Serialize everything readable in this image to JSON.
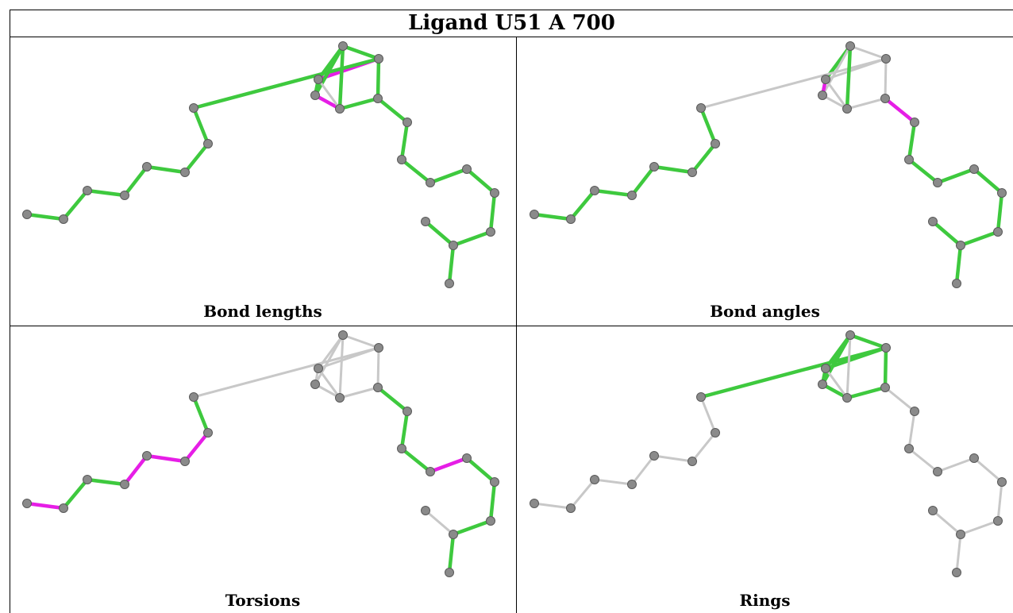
{
  "title": "Ligand U51 A 700",
  "colors": {
    "ok": "#3ec93e",
    "outlier": "#e61ee6",
    "neutral": "#c8c8c8",
    "atom": "#8a8a8a",
    "atom_edge": "#5a5a5a"
  },
  "panels": [
    {
      "caption": "Bond lengths",
      "bond_status": [
        "ok",
        "outlier",
        "ok",
        "ok",
        "ok",
        "ok",
        "outlier",
        "ok",
        "ok",
        "ok",
        "ok",
        "ok",
        "ok",
        "ok",
        "ok",
        "ok",
        "ok",
        "ok",
        "ok",
        "ok",
        "ok",
        "ok",
        "ok",
        "ok",
        "ok",
        "ok",
        "neutral"
      ]
    },
    {
      "caption": "Bond angles",
      "bond_status": [
        "ok",
        "neutral",
        "neutral",
        "neutral",
        "neutral",
        "neutral",
        "neutral",
        "outlier",
        "neutral",
        "ok",
        "ok",
        "ok",
        "ok",
        "ok",
        "ok",
        "ok",
        "outlier",
        "ok",
        "ok",
        "ok",
        "ok",
        "ok",
        "ok",
        "ok",
        "ok",
        "ok",
        "neutral"
      ]
    },
    {
      "caption": "Torsions",
      "bond_status": [
        "neutral",
        "neutral",
        "neutral",
        "neutral",
        "neutral",
        "neutral",
        "neutral",
        "neutral",
        "neutral",
        "outlier",
        "ok",
        "ok",
        "outlier",
        "outlier",
        "outlier",
        "ok",
        "ok",
        "ok",
        "ok",
        "outlier",
        "ok",
        "ok",
        "ok",
        "neutral",
        "ok",
        "neutral",
        "neutral"
      ]
    },
    {
      "caption": "Rings",
      "bond_status": [
        "ok",
        "ok",
        "ok",
        "ok",
        "ok",
        "ok",
        "ok",
        "ok",
        "ok",
        "neutral",
        "neutral",
        "neutral",
        "neutral",
        "neutral",
        "neutral",
        "neutral",
        "neutral",
        "neutral",
        "neutral",
        "neutral",
        "neutral",
        "neutral",
        "neutral",
        "neutral",
        "neutral",
        "neutral",
        "neutral"
      ]
    }
  ]
}
